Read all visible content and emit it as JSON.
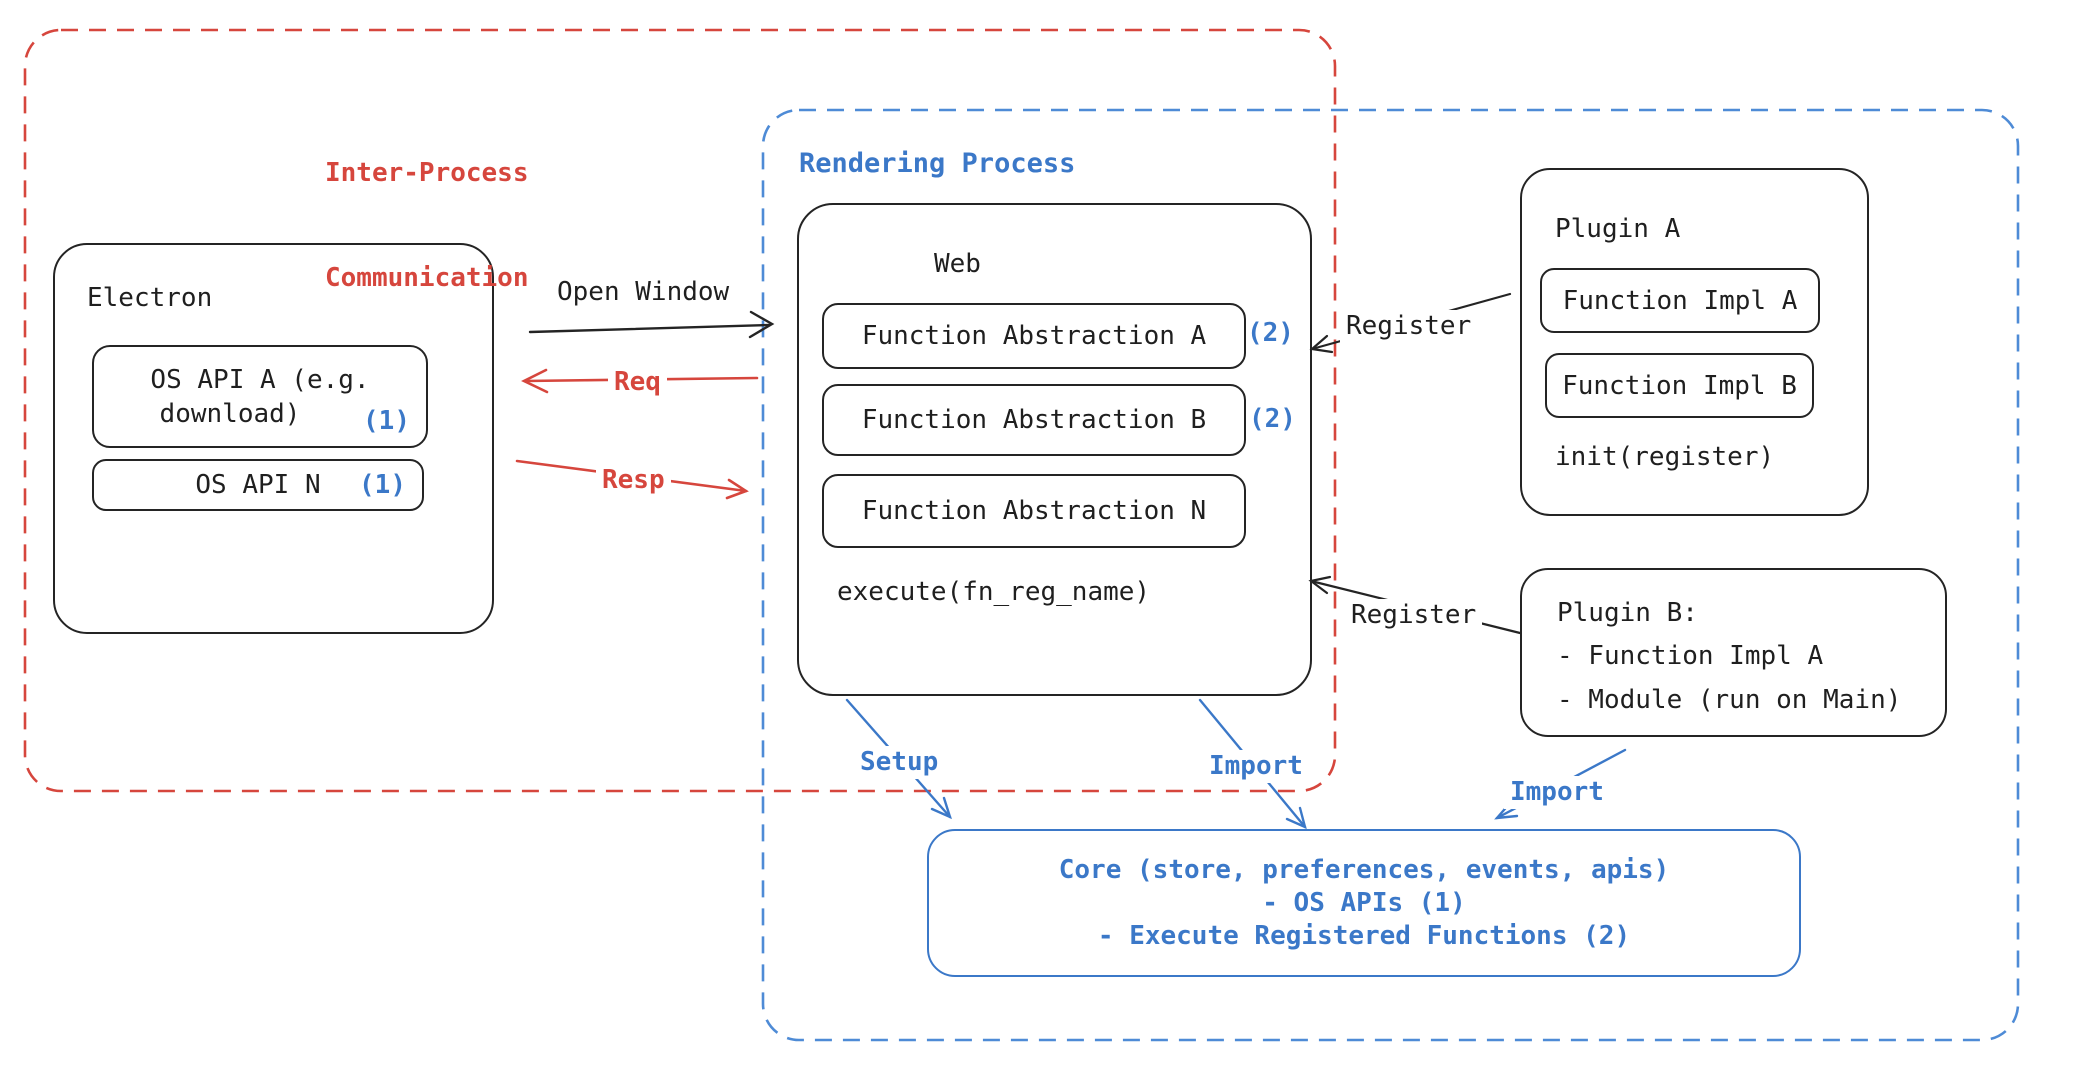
{
  "colors": {
    "red": "#d6463d",
    "blue": "#3b78c8",
    "blue_dash": "#4e8bd6",
    "ink": "#242424"
  },
  "ipc": {
    "label_line1": "Inter-Process",
    "label_line2": "Communication"
  },
  "rendering": {
    "label": "Rendering Process"
  },
  "electron": {
    "title": "Electron",
    "api_a_line1": "OS API A (e.g.",
    "api_a_line2": "download)",
    "api_a_badge": "(1)",
    "api_n_label": "OS API N",
    "api_n_badge": "(1)"
  },
  "web": {
    "title": "Web",
    "fa_a": "Function Abstraction A",
    "fa_a_badge": "(2)",
    "fa_b": "Function Abstraction B",
    "fa_b_badge": "(2)",
    "fa_n": "Function Abstraction N",
    "execute": "execute(fn_reg_name)"
  },
  "plugin_a": {
    "title": "Plugin A",
    "impl_a": "Function Impl A",
    "impl_b": "Function Impl B",
    "init": "init(register)"
  },
  "plugin_b": {
    "title": "Plugin B:",
    "line1": "- Function Impl A",
    "line2": "- Module (run on Main)"
  },
  "core": {
    "line1": "Core (store, preferences, events, apis)",
    "line2": "- OS APIs (1)",
    "line3": "- Execute Registered Functions (2)"
  },
  "arrows": {
    "open_window": "Open Window",
    "req": "Req",
    "resp": "Resp",
    "register_top": "Register",
    "register_bottom": "Register",
    "setup": "Setup",
    "import_web": "Import",
    "import_plugin": "Import"
  }
}
